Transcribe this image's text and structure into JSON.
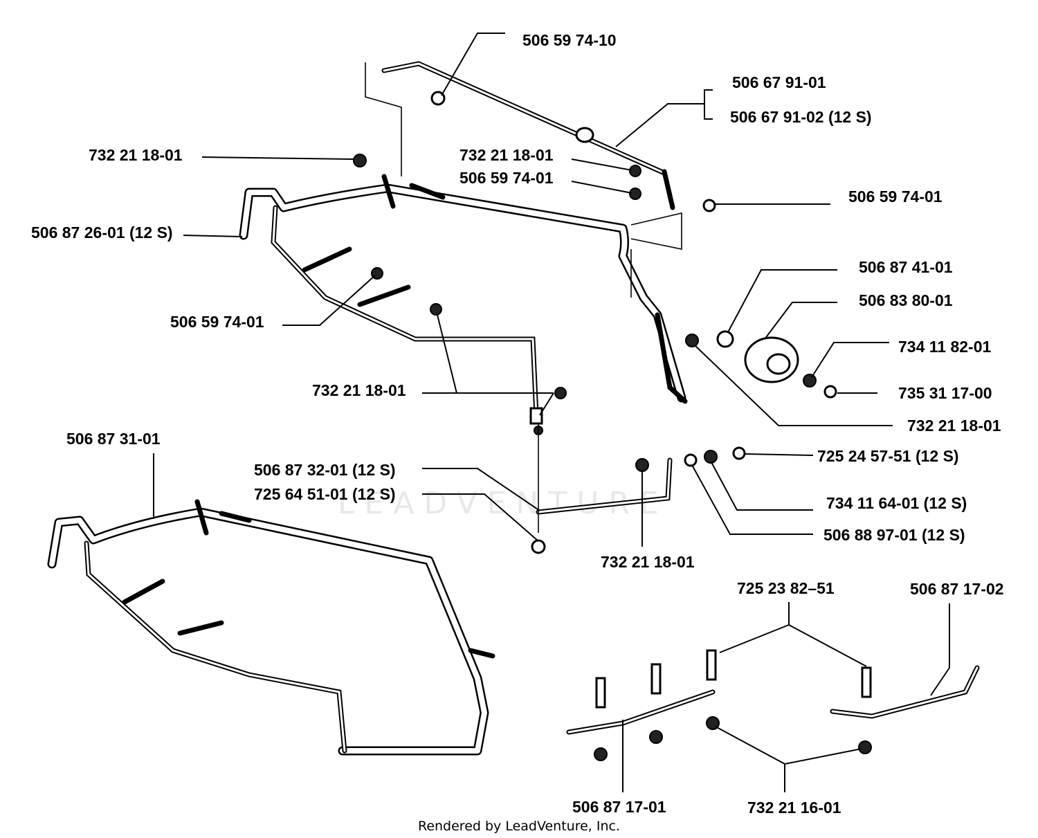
{
  "diagram": {
    "credit": "Rendered by LeadVenture, Inc.",
    "watermark": "LEADVENTURE",
    "labels": [
      {
        "id": "p1",
        "text": "506 59 74-10"
      },
      {
        "id": "p2",
        "text": "506 67 91-01"
      },
      {
        "id": "p3",
        "text": "506 67 91-02 (12 S)"
      },
      {
        "id": "p4",
        "text": "732 21 18-01"
      },
      {
        "id": "p5",
        "text": "732 21 18-01"
      },
      {
        "id": "p6",
        "text": "506 59 74-01"
      },
      {
        "id": "p7",
        "text": "506 59 74-01"
      },
      {
        "id": "p8",
        "text": "506 87 26-01 (12 S)"
      },
      {
        "id": "p9",
        "text": "506 87 41-01"
      },
      {
        "id": "p10",
        "text": "506 83 80-01"
      },
      {
        "id": "p11",
        "text": "506 59 74-01"
      },
      {
        "id": "p12",
        "text": "734 11 82-01"
      },
      {
        "id": "p13",
        "text": "735 31 17-00"
      },
      {
        "id": "p14",
        "text": "732 21 18-01"
      },
      {
        "id": "p15",
        "text": "732 21 18-01"
      },
      {
        "id": "p16",
        "text": "506 87 31-01"
      },
      {
        "id": "p17",
        "text": "506 87 32-01 (12 S)"
      },
      {
        "id": "p18",
        "text": "725 64 51-01 (12 S)"
      },
      {
        "id": "p19",
        "text": "725 24 57-51 (12 S)"
      },
      {
        "id": "p20",
        "text": "734 11 64-01 (12 S)"
      },
      {
        "id": "p21",
        "text": "506 88 97-01 (12 S)"
      },
      {
        "id": "p22",
        "text": "732 21 18-01"
      },
      {
        "id": "p23",
        "text": "725 23 82–51"
      },
      {
        "id": "p24",
        "text": "506 87 17-02"
      },
      {
        "id": "p25",
        "text": "506 87 17-01"
      },
      {
        "id": "p26",
        "text": "732 21 16-01"
      }
    ]
  }
}
